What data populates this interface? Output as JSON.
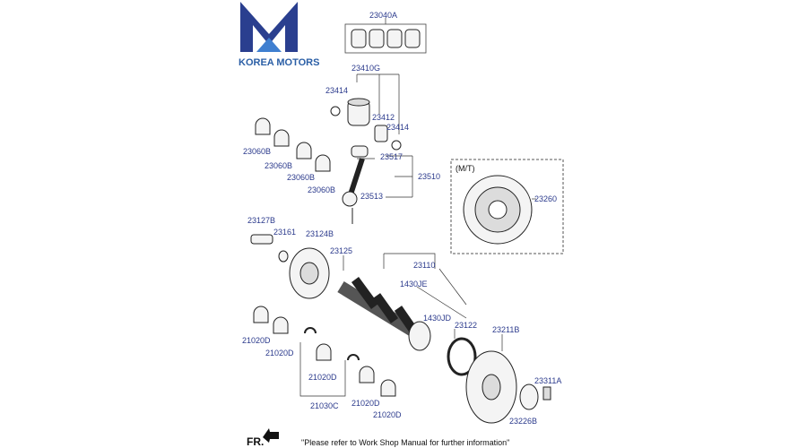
{
  "brand": {
    "name": "KOREA MOTORS",
    "colors": {
      "dark": "#2a3f8f",
      "light": "#3f7fd0"
    }
  },
  "footer": {
    "fr_label": "FR.",
    "note": "\"Please refer to Work Shop Manual for further information\""
  },
  "flywheel_box_label": "(M/T)",
  "parts": [
    "23040A",
    "23410G",
    "23414",
    "23412",
    "23414",
    "23060B",
    "23060B",
    "23060B",
    "23060B",
    "23517",
    "23510",
    "23513",
    "23260",
    "23127B",
    "23161",
    "23124B",
    "23125",
    "23110",
    "1430JE",
    "1430JD",
    "23122",
    "23211B",
    "23311A",
    "23226B",
    "21020D",
    "21020D",
    "21020D",
    "21020D",
    "21030C",
    "21020D"
  ]
}
